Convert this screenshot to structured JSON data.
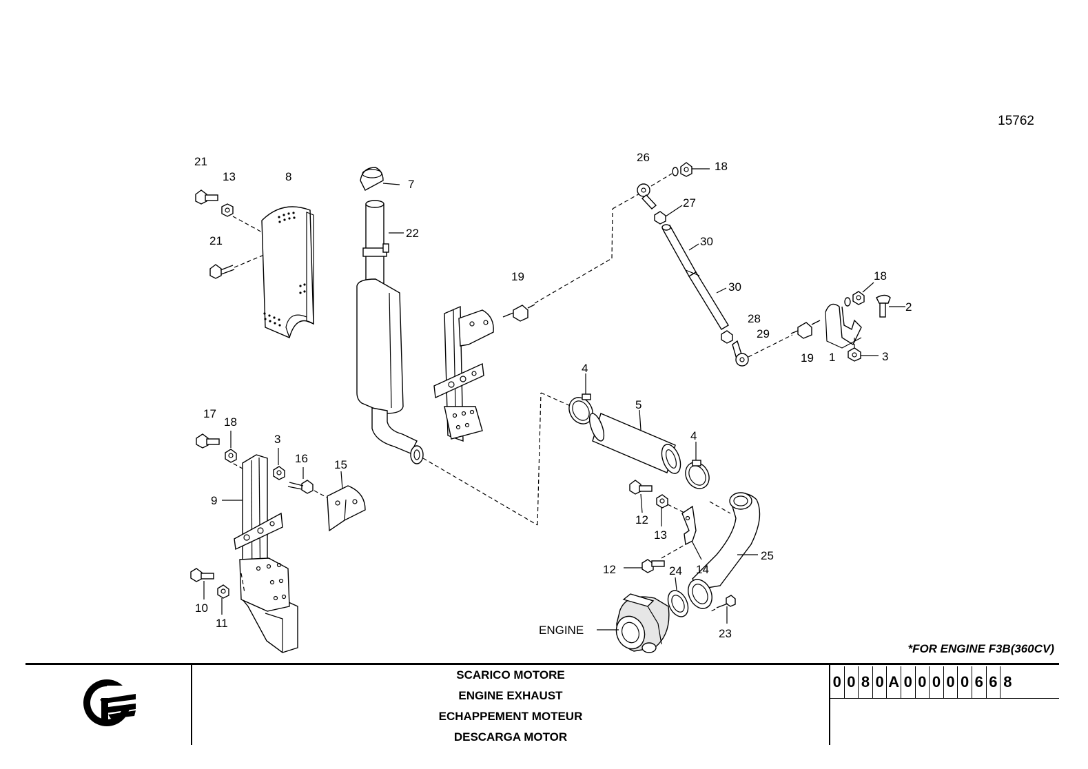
{
  "drawing_number": "15762",
  "note": "*FOR ENGINE F3B(360CV)",
  "titles": [
    "SCARICO MOTORE",
    "ENGINE EXHAUST",
    "ECHAPPEMENT MOTEUR",
    "DESCARGA MOTOR"
  ],
  "code": [
    "0",
    "0",
    "8",
    "0",
    "A",
    "0",
    "0",
    "0",
    "0",
    "0",
    "6",
    "6",
    "8"
  ],
  "labels": {
    "c21a": "21",
    "c13a": "13",
    "c8": "8",
    "c21b": "21",
    "c7": "7",
    "c22": "22",
    "c19a": "19",
    "c26": "26",
    "c18a": "18",
    "c27": "27",
    "c30a": "30",
    "c30b": "30",
    "c28": "28",
    "c29": "29",
    "c19b": "19",
    "c1": "1",
    "c18b": "18",
    "c2": "2",
    "c3a": "3",
    "c4a": "4",
    "c5": "5",
    "c4b": "4",
    "c17": "17",
    "c18c": "18",
    "c3b": "3",
    "c16": "16",
    "c15": "15",
    "c9": "9",
    "c10": "10",
    "c11": "11",
    "c12a": "12",
    "c13b": "13",
    "c14": "14",
    "c12b": "12",
    "c24": "24",
    "c25": "25",
    "c23": "23",
    "engine": "ENGINE"
  },
  "icons": [
    "company-logo"
  ]
}
